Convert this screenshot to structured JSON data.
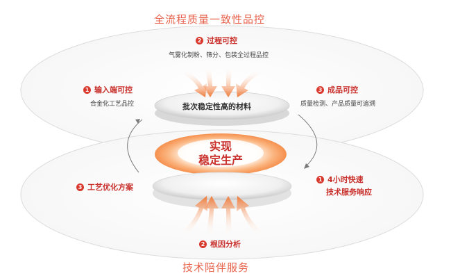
{
  "top_title": "全流程质量一致性品控",
  "bottom_title": "技术陪伴服务",
  "center": {
    "line1": "实现",
    "line2": "稳定生产"
  },
  "top_plate": "批次稳定性高的材料",
  "nodes": {
    "process": {
      "num": "2",
      "label": "过程可控",
      "desc": "气雾化制粉、筛分、包装全过程品控"
    },
    "input": {
      "num": "1",
      "label": "输入端可控",
      "desc": "合金化工艺品控"
    },
    "product": {
      "num": "3",
      "label": "成品可控",
      "desc": "质量检测、产品质量可追溯"
    },
    "optimize": {
      "num": "3",
      "label": "工艺优化方案"
    },
    "response": {
      "num": "1",
      "label": "4小时快速",
      "label2": "技术服务响应"
    },
    "root": {
      "num": "2",
      "label": "根因分析"
    }
  },
  "colors": {
    "accent": "#d9382c",
    "title": "#e8614a",
    "arrow": "#f08a4b"
  }
}
